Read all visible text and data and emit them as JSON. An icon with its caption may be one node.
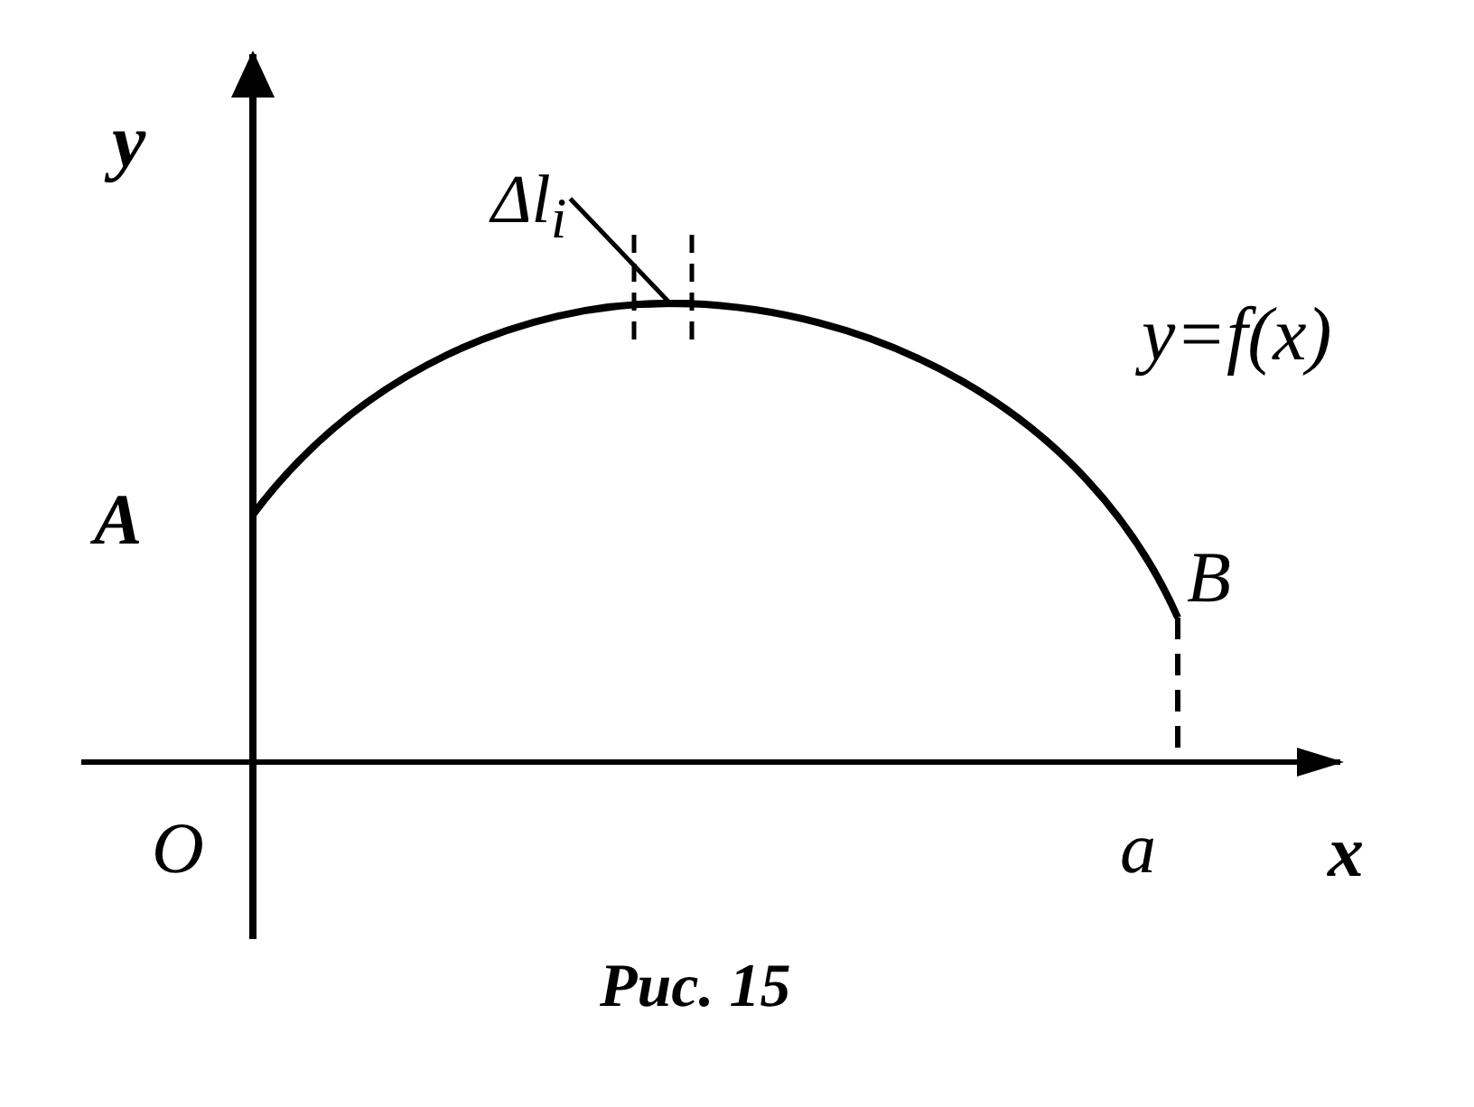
{
  "diagram": {
    "caption": "Рис. 15",
    "nodes": [
      {
        "text": [
          "Δl$_{i}$"
        ]
      },
      {
        "text": [],
        "shape": "arc"
      }
    ],
    "edges": [
      {
        "from": 0,
        "to": 1,
        "arrow": "none"
      }
    ],
    "labels": [
      "y",
      "y=f(x)",
      "A",
      "B",
      "O",
      "a",
      "x"
    ]
  }
}
